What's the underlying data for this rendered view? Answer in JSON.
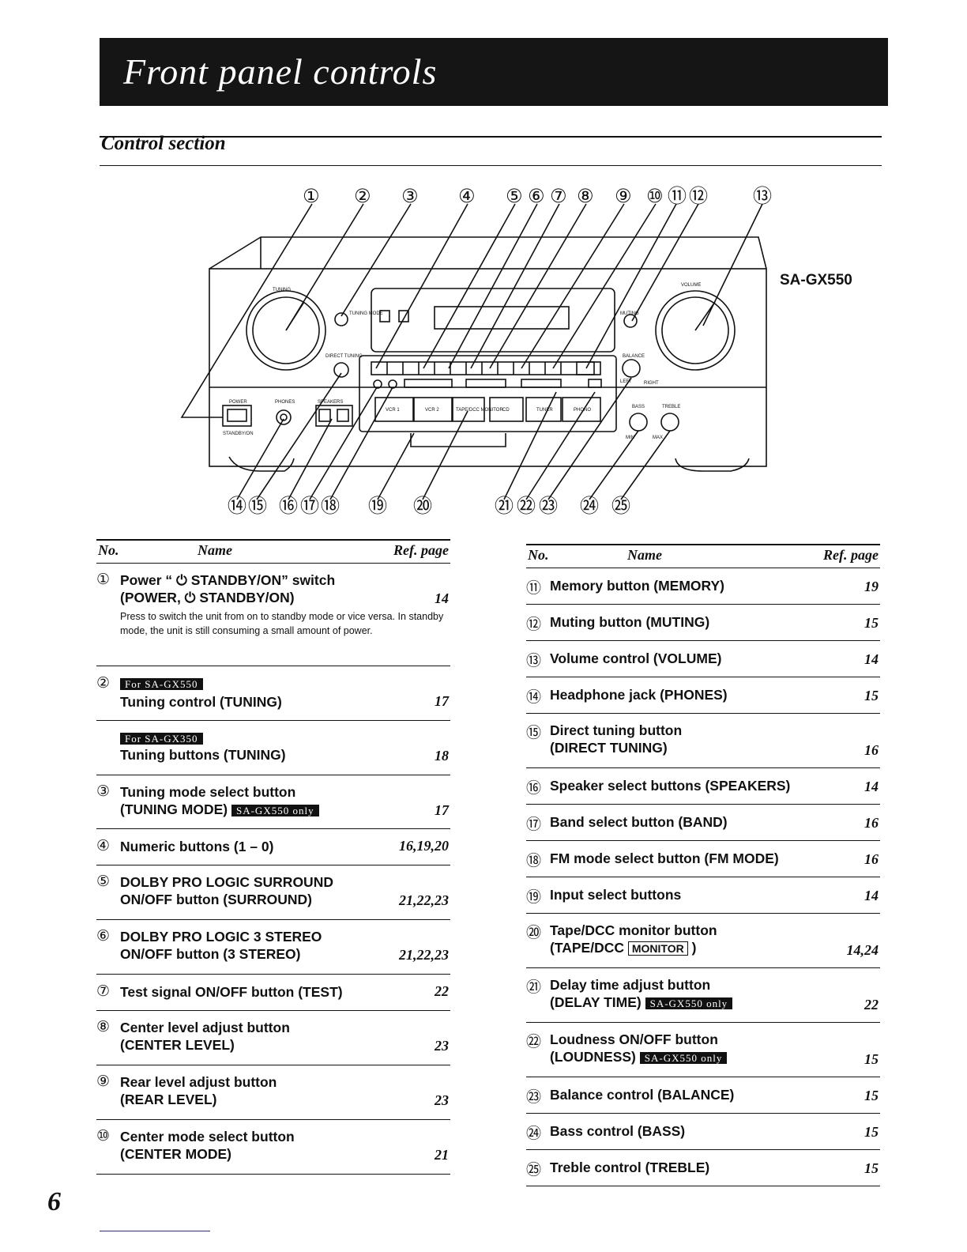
{
  "header": {
    "title": "Front panel controls"
  },
  "section": {
    "title": "Control section"
  },
  "diagram": {
    "model": "SA-GX550",
    "top_numbers": [
      "①",
      "②",
      "③",
      "④",
      "⑤",
      "⑥",
      "⑦",
      "⑧",
      "⑨",
      "⑩",
      "⑪",
      "⑫",
      "⑬"
    ],
    "bottom_numbers": [
      "⑭",
      "⑮",
      "⑯",
      "⑰",
      "⑱",
      "⑲",
      "⑳",
      "㉑",
      "㉒",
      "㉓",
      "㉔",
      "㉕"
    ],
    "panel_labels": {
      "power": "POWER",
      "standby": "STANDBY/ON",
      "phones": "PHONES",
      "speakers": "SPEAKERS",
      "tuning_mode": "TUNING MODE",
      "direct_tuning": "DIRECT TUNING",
      "tuning": "TUNING",
      "volume": "VOLUME",
      "muting": "MUTING",
      "balance": "BALANCE",
      "left": "LEFT",
      "right": "RIGHT",
      "bass": "BASS",
      "treble": "TREBLE",
      "min": "MIN",
      "max": "MAX",
      "vcr1": "VCR 1",
      "vcr2": "VCR 2",
      "tape": "TAPE/DCC MONITOR",
      "cd": "CD",
      "tuner": "TUNER",
      "phono": "PHONO"
    }
  },
  "table_headers": {
    "no": "No.",
    "name": "Name",
    "ref": "Ref. page"
  },
  "left_items": [
    {
      "num": "①",
      "line1": "Power “ ⏻ STANDBY/ON” switch",
      "line2": "(POWER, ⏻ STANDBY/ON)",
      "ref": "14",
      "desc": "Press to switch the unit from on to standby mode or vice versa. In standby mode, the unit is still consuming a small amount of power."
    },
    {
      "num": "②",
      "badge": "For SA-GX550",
      "line1": "Tuning control (TUNING)",
      "ref": "17"
    },
    {
      "badge": "For SA-GX350",
      "line1": "Tuning buttons (TUNING)",
      "ref": "18"
    },
    {
      "num": "③",
      "line1": "Tuning mode select button",
      "line2": "(TUNING MODE)",
      "badge_inline": "SA-GX550 only",
      "ref": "17"
    },
    {
      "num": "④",
      "line1": "Numeric buttons (1 – 0)",
      "ref": "16,19,20"
    },
    {
      "num": "⑤",
      "line1": "DOLBY PRO LOGIC SURROUND",
      "line2": "ON/OFF button (SURROUND)",
      "ref": "21,22,23"
    },
    {
      "num": "⑥",
      "line1": "DOLBY PRO LOGIC 3 STEREO",
      "line2": "ON/OFF button (3 STEREO)",
      "ref": "21,22,23"
    },
    {
      "num": "⑦",
      "line1": "Test signal ON/OFF button (TEST)",
      "ref": "22"
    },
    {
      "num": "⑧",
      "line1": "Center level adjust button",
      "line2": "(CENTER LEVEL)",
      "ref": "23"
    },
    {
      "num": "⑨",
      "line1": "Rear level adjust button",
      "line2": "(REAR LEVEL)",
      "ref": "23"
    },
    {
      "num": "⑩",
      "line1": "Center mode select button",
      "line2": "(CENTER MODE)",
      "ref": "21"
    }
  ],
  "right_items": [
    {
      "num": "⑪",
      "line1": "Memory button (MEMORY)",
      "ref": "19"
    },
    {
      "num": "⑫",
      "line1": "Muting button (MUTING)",
      "ref": "15"
    },
    {
      "num": "⑬",
      "line1": "Volume control (VOLUME)",
      "ref": "14"
    },
    {
      "num": "⑭",
      "line1": "Headphone jack (PHONES)",
      "ref": "15"
    },
    {
      "num": "⑮",
      "line1": "Direct tuning button",
      "line2": "(DIRECT TUNING)",
      "ref": "16"
    },
    {
      "num": "⑯",
      "line1": "Speaker select buttons (SPEAKERS)",
      "ref": "14"
    },
    {
      "num": "⑰",
      "line1": "Band select button (BAND)",
      "ref": "16"
    },
    {
      "num": "⑱",
      "line1": "FM mode select button (FM MODE)",
      "ref": "16"
    },
    {
      "num": "⑲",
      "line1": "Input select buttons",
      "ref": "14"
    },
    {
      "num": "⑳",
      "line1": "Tape/DCC monitor button",
      "line2": "(TAPE/DCC ",
      "boxed": "MONITOR",
      "line2_tail": " )",
      "ref": "14,24"
    },
    {
      "num": "㉑",
      "line1": "Delay time adjust button",
      "line2": "(DELAY TIME)",
      "badge_inline": "SA-GX550 only",
      "ref": "22"
    },
    {
      "num": "㉒",
      "line1": "Loudness ON/OFF button",
      "line2": "(LOUDNESS)",
      "badge_inline": "SA-GX550 only",
      "ref": "15"
    },
    {
      "num": "㉓",
      "line1": "Balance control (BALANCE)",
      "ref": "15"
    },
    {
      "num": "㉔",
      "line1": "Bass control (BASS)",
      "ref": "15"
    },
    {
      "num": "㉕",
      "line1": "Treble control (TREBLE)",
      "ref": "15"
    }
  ],
  "page_number": "6"
}
